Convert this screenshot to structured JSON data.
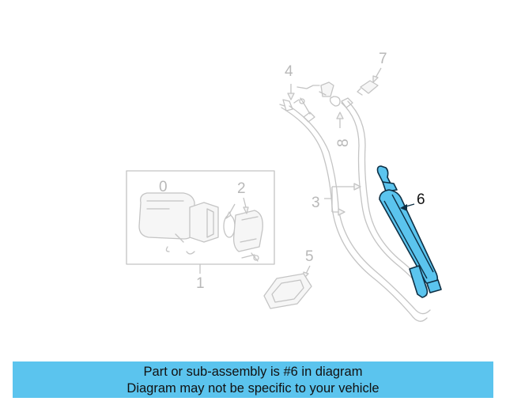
{
  "diagram": {
    "callouts": {
      "c1": "1",
      "c2": "2",
      "c3": "3",
      "c4": "4",
      "c5": "5",
      "c6": "6",
      "c7": "7",
      "c8": "8",
      "box_mark": "0"
    },
    "highlighted_part": "6",
    "colors": {
      "highlight": "#5bc4ee",
      "outline": "#0e2f44",
      "ghost": "#c4c4c4"
    }
  },
  "banner": {
    "line1": "Part or sub-assembly is #6 in diagram",
    "line2": "Diagram may not be specific to your vehicle"
  }
}
